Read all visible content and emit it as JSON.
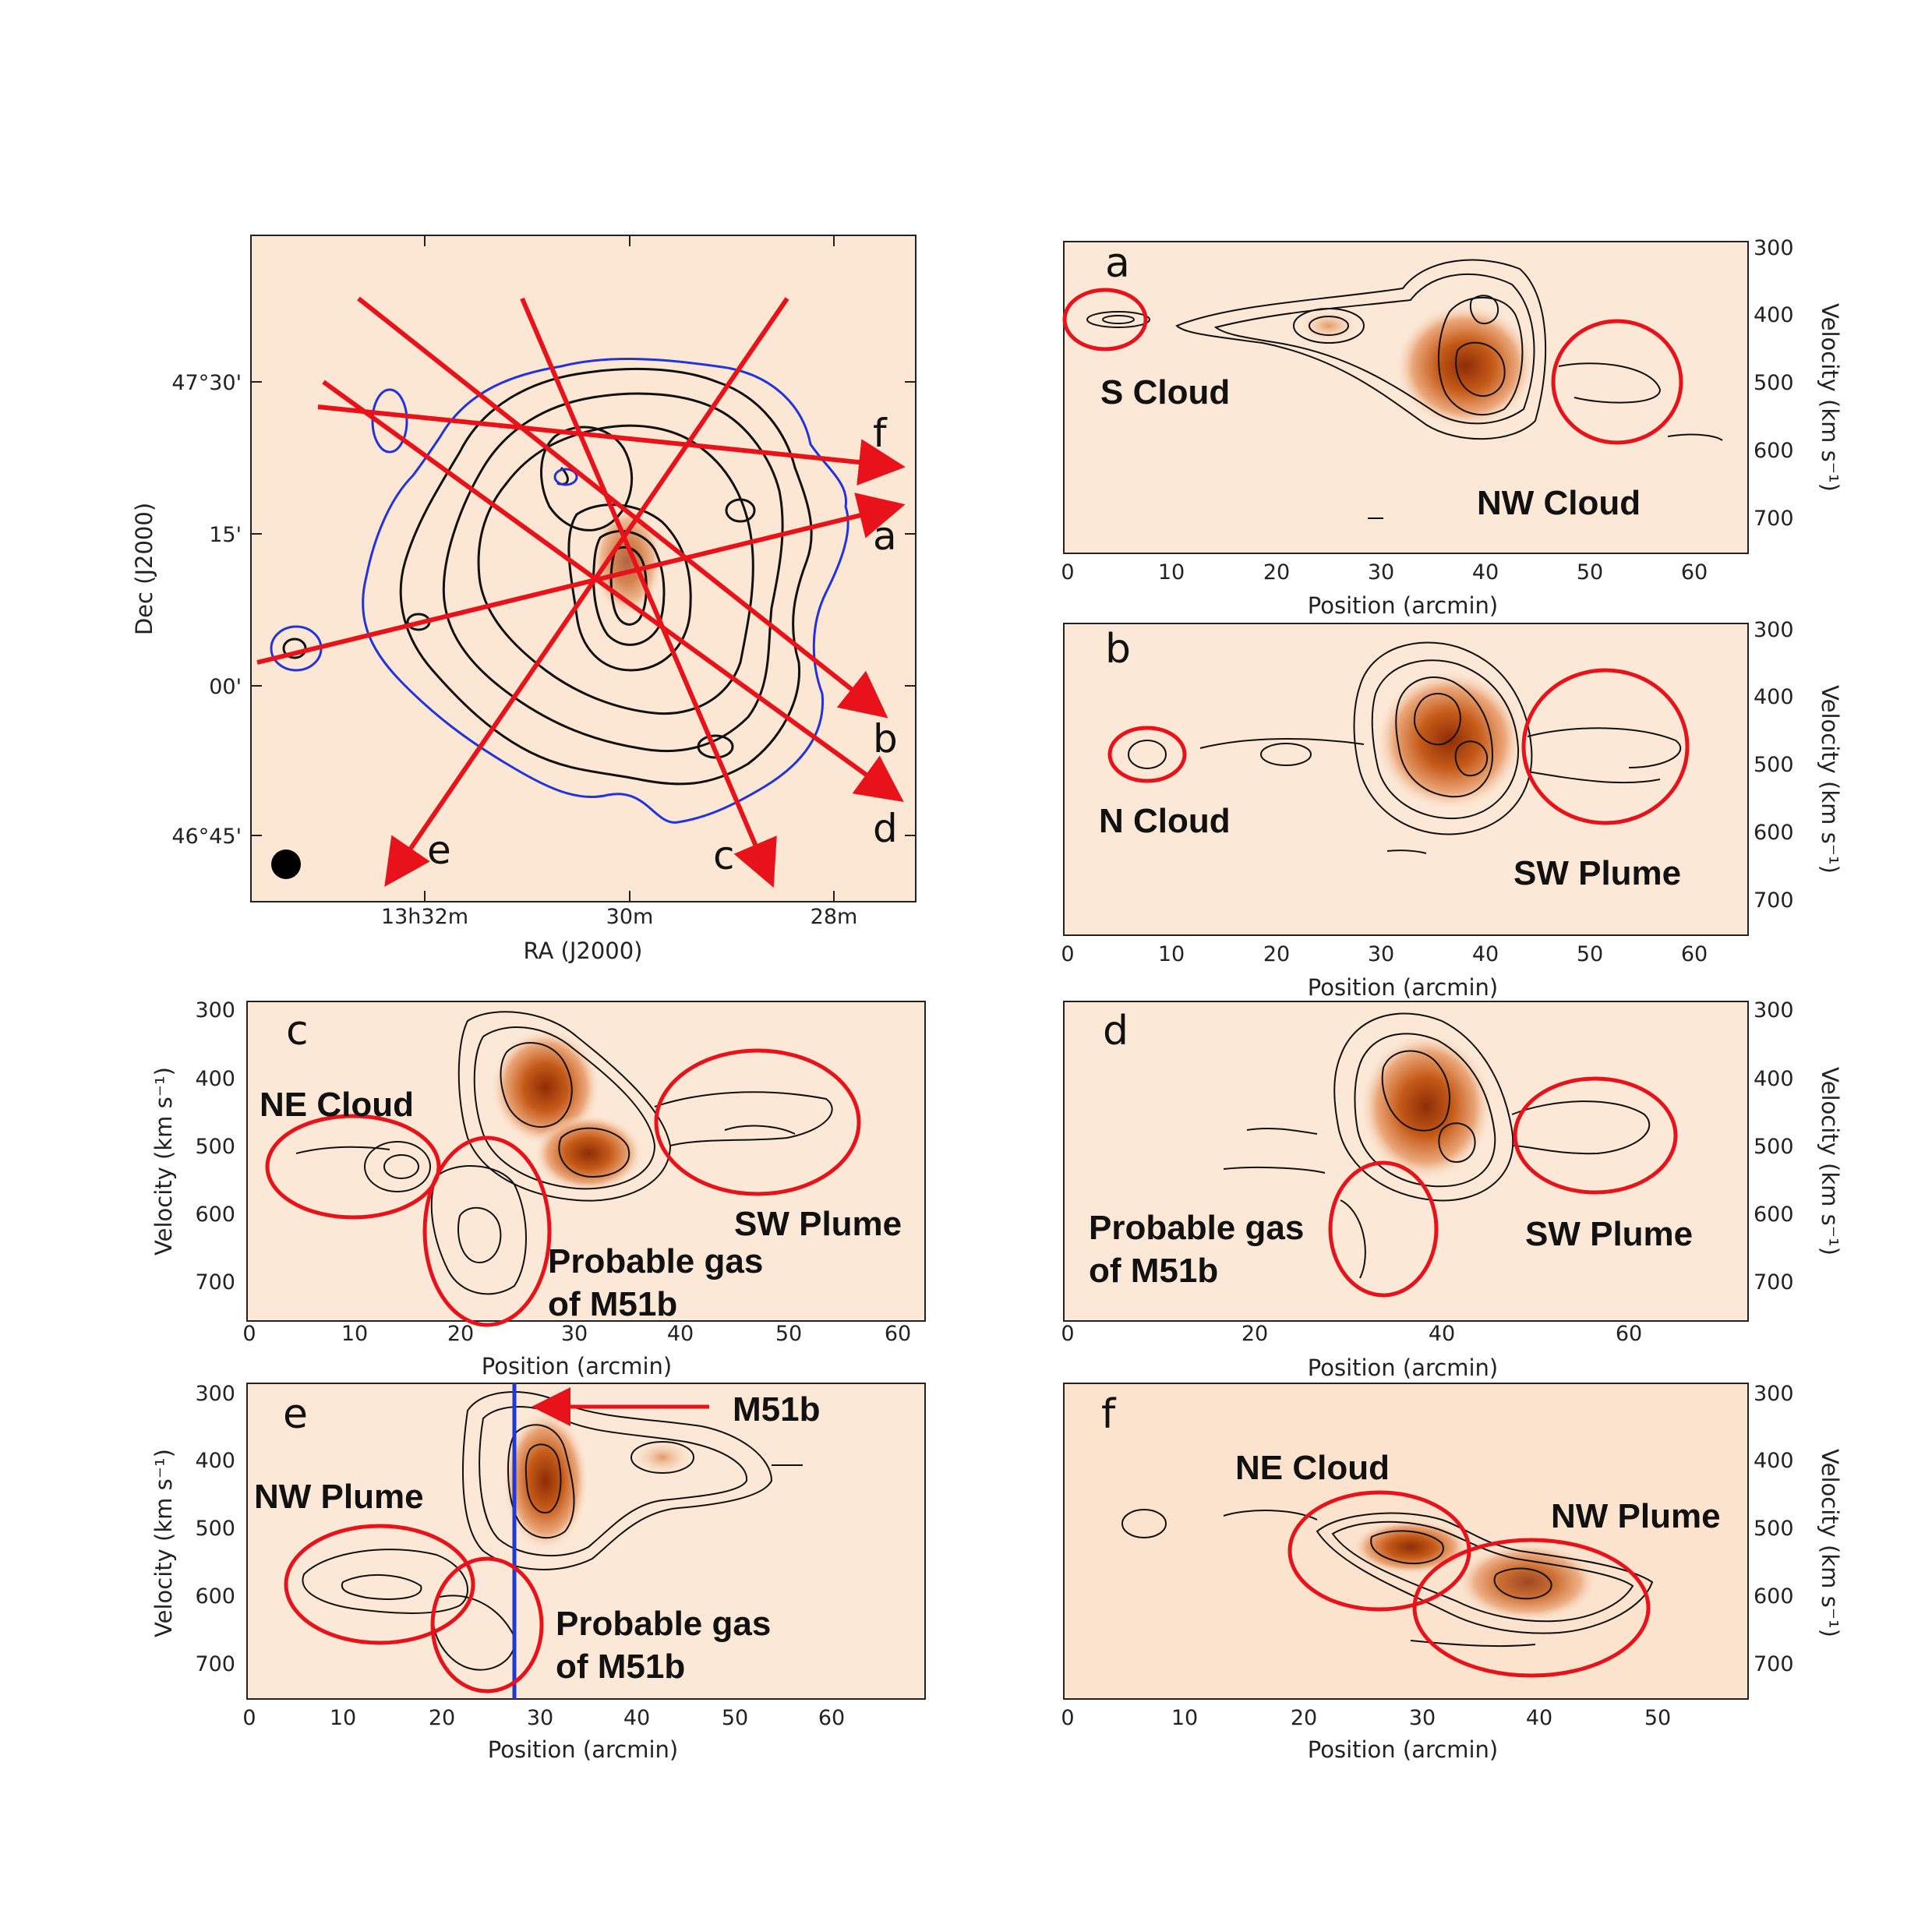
{
  "figure": {
    "map_panel": {
      "xlabel": "RA (J2000)",
      "ylabel": "Dec (J2000)",
      "dec_ticks": [
        "47°30'",
        "15'",
        "00'",
        "46°45'"
      ],
      "ra_ticks": [
        "13h32m",
        "30m",
        "28m"
      ],
      "cut_labels": [
        "f",
        "a",
        "b",
        "d",
        "c",
        "e"
      ]
    },
    "pv_panels": [
      {
        "label": "a",
        "annotations": [
          "S Cloud",
          "NW Cloud"
        ]
      },
      {
        "label": "b",
        "annotations": [
          "N Cloud",
          "SW Plume"
        ]
      },
      {
        "label": "c",
        "annotations": [
          "NE Cloud",
          "SW Plume",
          "Probable gas",
          "of M51b"
        ]
      },
      {
        "label": "d",
        "annotations": [
          "Probable gas",
          "of M51b",
          "SW Plume"
        ]
      },
      {
        "label": "e",
        "annotations": [
          "M51b",
          "NW Plume",
          "Probable gas",
          "of M51b"
        ]
      },
      {
        "label": "f",
        "annotations": [
          "NE Cloud",
          "NW Plume"
        ]
      }
    ],
    "pv_xlabel": "Position (arcmin)",
    "pv_ylabel": "Velocity (km s⁻¹)",
    "velocity_ticks": [
      "300",
      "400",
      "500",
      "600",
      "700"
    ],
    "position_ticks_60": [
      "0",
      "10",
      "20",
      "30",
      "40",
      "50",
      "60"
    ],
    "position_ticks_d": [
      "0",
      "20",
      "40",
      "60"
    ],
    "position_ticks_f": [
      "0",
      "10",
      "20",
      "30",
      "40",
      "50"
    ],
    "colors": {
      "background": "#fce8d6",
      "contour": "#222222",
      "annotation": "#e8121a",
      "lowest_contour": "#2233dd",
      "marker_line": "#1d3ad6"
    }
  }
}
